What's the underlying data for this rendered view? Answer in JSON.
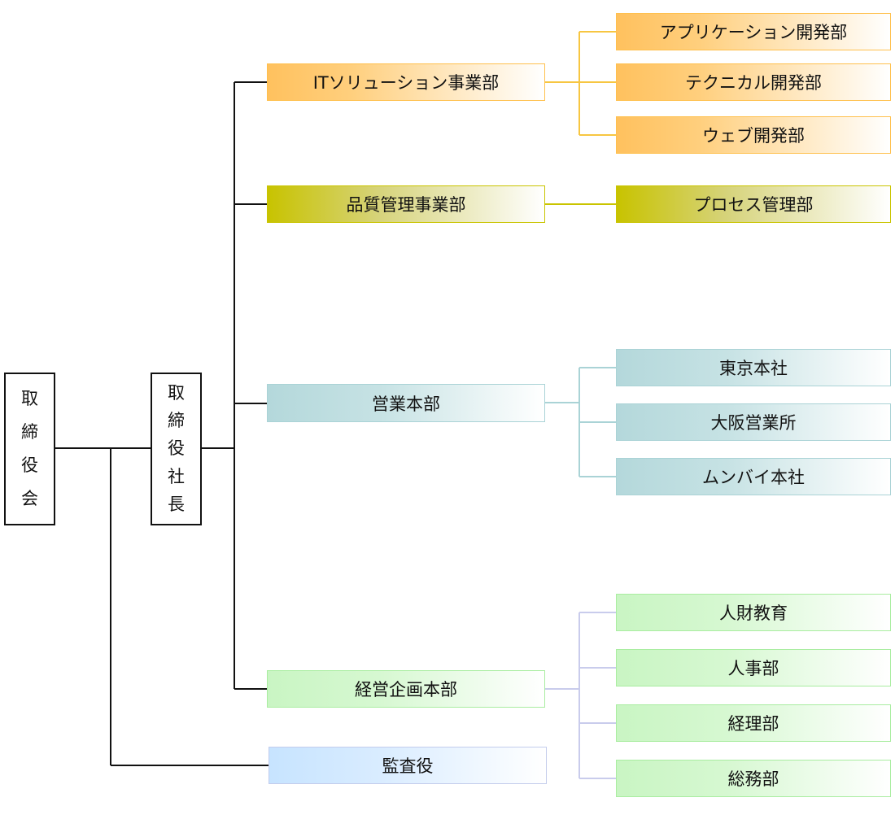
{
  "board": {
    "chars": [
      "取",
      "締",
      "役",
      "会"
    ]
  },
  "president": {
    "chars": [
      "取",
      "締",
      "役",
      "社",
      "長"
    ]
  },
  "divisions": {
    "it": {
      "label": "ITソリューション事業部",
      "children": [
        "アプリケーション開発部",
        "テクニカル開発部",
        "ウェブ開発部"
      ]
    },
    "qa": {
      "label": "品質管理事業部",
      "children": [
        "プロセス管理部"
      ]
    },
    "sales": {
      "label": "営業本部",
      "children": [
        "東京本社",
        "大阪営業所",
        "ムンバイ本社"
      ]
    },
    "mgmt": {
      "label": "経営企画本部",
      "children": [
        "人財教育",
        "人事部",
        "経理部",
        "総務部"
      ]
    },
    "audit": {
      "label": "監査役"
    }
  },
  "colors": {
    "it_line": "#f7c641",
    "qa_line": "#c9c400",
    "sales_line": "#aad3d6",
    "mgmt_line": "#c9ccec",
    "main_line": "#111111"
  }
}
